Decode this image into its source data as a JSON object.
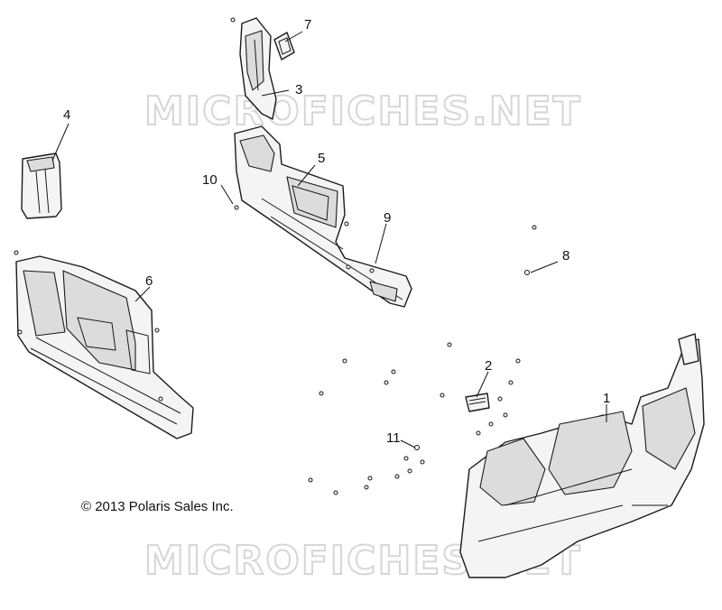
{
  "watermark": "MICROFICHES.NET",
  "copyright": "© 2013 Polaris Sales Inc.",
  "callouts": [
    "1",
    "2",
    "3",
    "4",
    "5",
    "6",
    "7",
    "8",
    "9",
    "10",
    "11"
  ]
}
